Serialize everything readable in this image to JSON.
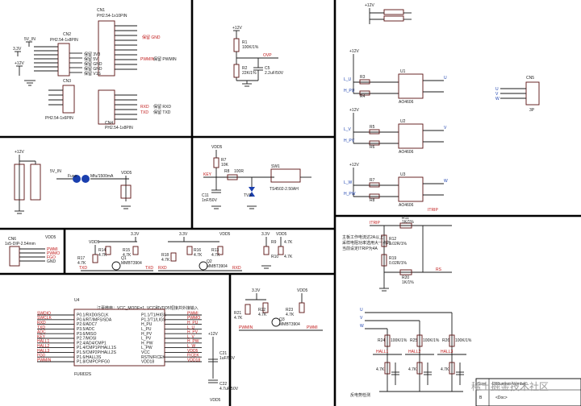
{
  "blocks": {
    "connectors": {
      "cn1": "CN1",
      "cn1_type": "PH2.54-1x10PIN",
      "cn2": "CN2",
      "cn2_type": "PH2.54-1x8PIN",
      "cn3": "CN3",
      "cn3_type": "PH2.54-1x6PIN",
      "cn4": "CN4",
      "cn4_type": "PH2.54-1x8PIN",
      "vin": "5V_IN",
      "v33": "3.3V",
      "v12": "+12V",
      "cn1_nets": [
        "保留 GND",
        "保留 PWMIN",
        "保留 RXD",
        "保留 TXD"
      ],
      "pwmin": "PWMIN",
      "rxd": "RXD",
      "txd": "TXD",
      "cn2_nets": [
        "保留 3V3",
        "保留 5V",
        "保留 GND",
        "保留 GND",
        "保留 V1S"
      ]
    },
    "divider": {
      "v12": "+12V",
      "r1": "R1",
      "r1_val": "100K/1%",
      "r2": "R2",
      "r2_val": "22K/1%",
      "c5": "C5",
      "c5_val": "2.2uF/50V",
      "net": "OVP"
    },
    "mosfets": [
      {
        "ref": "U1",
        "type": "AO4606",
        "in1": "L_U",
        "in2": "H_PU"
      },
      {
        "ref": "U2",
        "type": "AO4606",
        "in1": "L_V",
        "in2": "H_PV"
      },
      {
        "ref": "U3",
        "type": "AO4606",
        "in1": "L_W",
        "in2": "H_PW"
      }
    ],
    "mos_labels": {
      "v12": "+12V",
      "r3": "R3",
      "r4": "R4",
      "r5": "R5",
      "r6": "R6",
      "r7": "R7",
      "r8": "R8",
      "u": "U",
      "v": "V",
      "w": "W",
      "itrip": "ITRIP"
    },
    "cn5": {
      "ref": "CN5",
      "type": "3P",
      "u": "U",
      "v": "V",
      "w": "W"
    },
    "power": {
      "v12": "+12V",
      "vin": "5V_IN",
      "vdd5": "VDD5",
      "fuse": "Fuse",
      "fuse_val": "Mfu/1500mA"
    },
    "reset": {
      "vdd5": "VDD5",
      "r7": "R7",
      "r7_val": "10K",
      "r8": "R8",
      "r8_val": "100R",
      "key": "KEY",
      "c11": "C11",
      "c11_val": "1nF/50V",
      "sw": "SW1",
      "sw_type": "TS4502-2.50AH",
      "tvs": "TVS"
    },
    "cn6": {
      "ref": "CN6",
      "type": "1x5-DIP-2.54mm",
      "vdd5": "VDD5",
      "nets": [
        "PWMI",
        "PWMO",
        "FGO",
        "GND"
      ]
    },
    "uart": {
      "v33": "3.3V",
      "vdd5": "VDD5",
      "left": {
        "r17": "R17",
        "r17_val": "4.7K",
        "r14": "R14",
        "r14_val": "4.7K",
        "r15": "R15",
        "r15_val": "4.7K",
        "q": "Q1",
        "q_type": "MMBT3904",
        "txd": "TXD",
        "out": "TXD"
      },
      "right": {
        "r18": "R18",
        "r18_val": "4.7K",
        "r16": "R16",
        "r16_val": "4.7K",
        "r13": "R13",
        "r13_val": "4.7K",
        "q": "Q2",
        "q_type": "MMBT3904",
        "rxd": "RXD",
        "out": "RXD"
      },
      "r9": "R9",
      "r9_val": "4.7K",
      "r10": "R10",
      "r10_val": "4.7K"
    },
    "current": {
      "itrip": "ITRIP",
      "r11": "R11",
      "r11_val": "1K/1%",
      "r12": "R12",
      "r12_val": "0.02R/1%",
      "r19": "R19",
      "r19_val": "0.02R/1%",
      "r20": "R20",
      "r20_val": "1K/1%",
      "rs": "RS",
      "note1": "主板工作电流达2A以上,",
      "note2": "采样电阻功率选用大一点的,",
      "note3": "当前设定ITRIP为4A"
    },
    "mcu": {
      "ref": "U4",
      "type": "FU6832S",
      "note": "江豪微电：VCC_MODE=1, VCC和VDD5短接并外接输入",
      "left_pins": [
        "P0.1/RXD0/SCLK",
        "P0.6/RT/IMFS/SDA",
        "P2.6/ADC7",
        "P3.5/ADC",
        "P3.6/MISO",
        "P2.7/MOSI",
        "P2.4/AD4/CMP1",
        "P1.4/CMP1P/HALL1S",
        "P1.5/CMP2P/HALL2S",
        "P1.6/HALL3S",
        "P1.8/CMPCP/FG0"
      ],
      "left_nets": [
        "SWDIO",
        "SWCLK",
        "RXD",
        "TXD",
        "ADC",
        "KEY",
        "HALL1",
        "HALL2",
        "HALL3",
        "FG0",
        "PWMIN"
      ],
      "right_pins": [
        "P1.1/T1/HIGS",
        "P1.2/T1/LIGS",
        "H_PU",
        "L_PU",
        "H_PV",
        "L_PV",
        "H_PW",
        "L_PW",
        "VCC",
        "RSTN/FICEK",
        "VDD18"
      ],
      "right_nets": [
        "PWMI",
        "PWMO",
        "H_PU",
        "L_U",
        "H_PV",
        "L_V",
        "H_PW",
        "L_W",
        "VDD5",
        "FICEK",
        "VDD18"
      ],
      "v12": "+12V",
      "c21": "C21",
      "c21_val": "1uF/50V",
      "c22": "C22",
      "c22_val": "4.7uF/50V",
      "vdd5": "VDD5"
    },
    "pwmin": {
      "v33": "3.3V",
      "vdd5": "VDD5",
      "r21": "R21",
      "r21_val": "4.7K",
      "r22": "R22",
      "r22_val": "4.7K",
      "r23": "R23",
      "r23_val": "4.7K",
      "q": "Q3",
      "q_type": "MMBT3904",
      "in": "PWMIN",
      "out": "PWMI"
    },
    "hall": {
      "u": "U",
      "v": "V",
      "w": "W",
      "r24": "R24",
      "r24_val": "100K/1%",
      "r25": "R25",
      "r25_val": "100K/1%",
      "r26": "R26",
      "r26_val": "100K/1%",
      "nets": [
        "HALL1",
        "HALL2",
        "HALL3"
      ],
      "lower": [
        "4.7K",
        "4.7K",
        "4.7K"
      ],
      "note": "反电势检测"
    },
    "title": {
      "size_label": "Size",
      "size": "B",
      "doc_label": "Document Number",
      "doc": "<Doc>"
    },
    "watermark": "稀土掘金技术社区"
  }
}
